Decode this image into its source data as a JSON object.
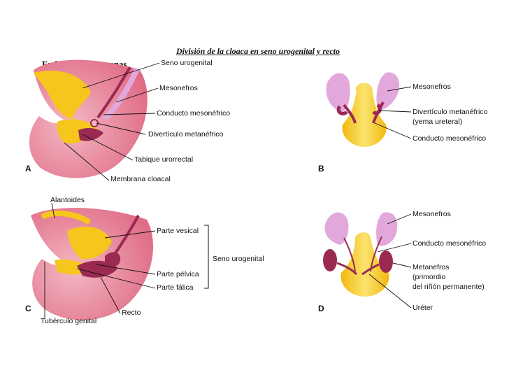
{
  "title": "División de la cloaca en seno urogenital y recto",
  "subtitle": "Embrión de 5 semanas",
  "panels": {
    "a": {
      "letter": "A",
      "labels": [
        "Seno urogenital",
        "Mesonefros",
        "Conducto mesonéfrico",
        "Divertículo metanéfrico",
        "Tabique urorrectal",
        "Membrana cloacal"
      ]
    },
    "b": {
      "letter": "B",
      "labels": [
        "Mesonefros",
        "Divertículo metanéfrico",
        "(yema ureteral)",
        "Conducto mesonéfrico"
      ]
    },
    "c": {
      "letter": "C",
      "labels": [
        "Alantoides",
        "Parte vesical",
        "Seno urogenital",
        "Parte pélvica",
        "Parte fálica",
        "Recto",
        "Tubérculo genital"
      ]
    },
    "d": {
      "letter": "D",
      "labels": [
        "Mesonefros",
        "Conducto mesonéfrico",
        "Metanefros",
        "(primordio",
        "del riñón permanente)",
        "Uréter"
      ]
    }
  },
  "colors": {
    "embryo": "#e8788e",
    "embryo_light": "#f3b7c2",
    "sinus": "#f6c61c",
    "sinus_light": "#fbe06a",
    "duct": "#9a2a52",
    "mesonephros": "#e2a8dc"
  }
}
